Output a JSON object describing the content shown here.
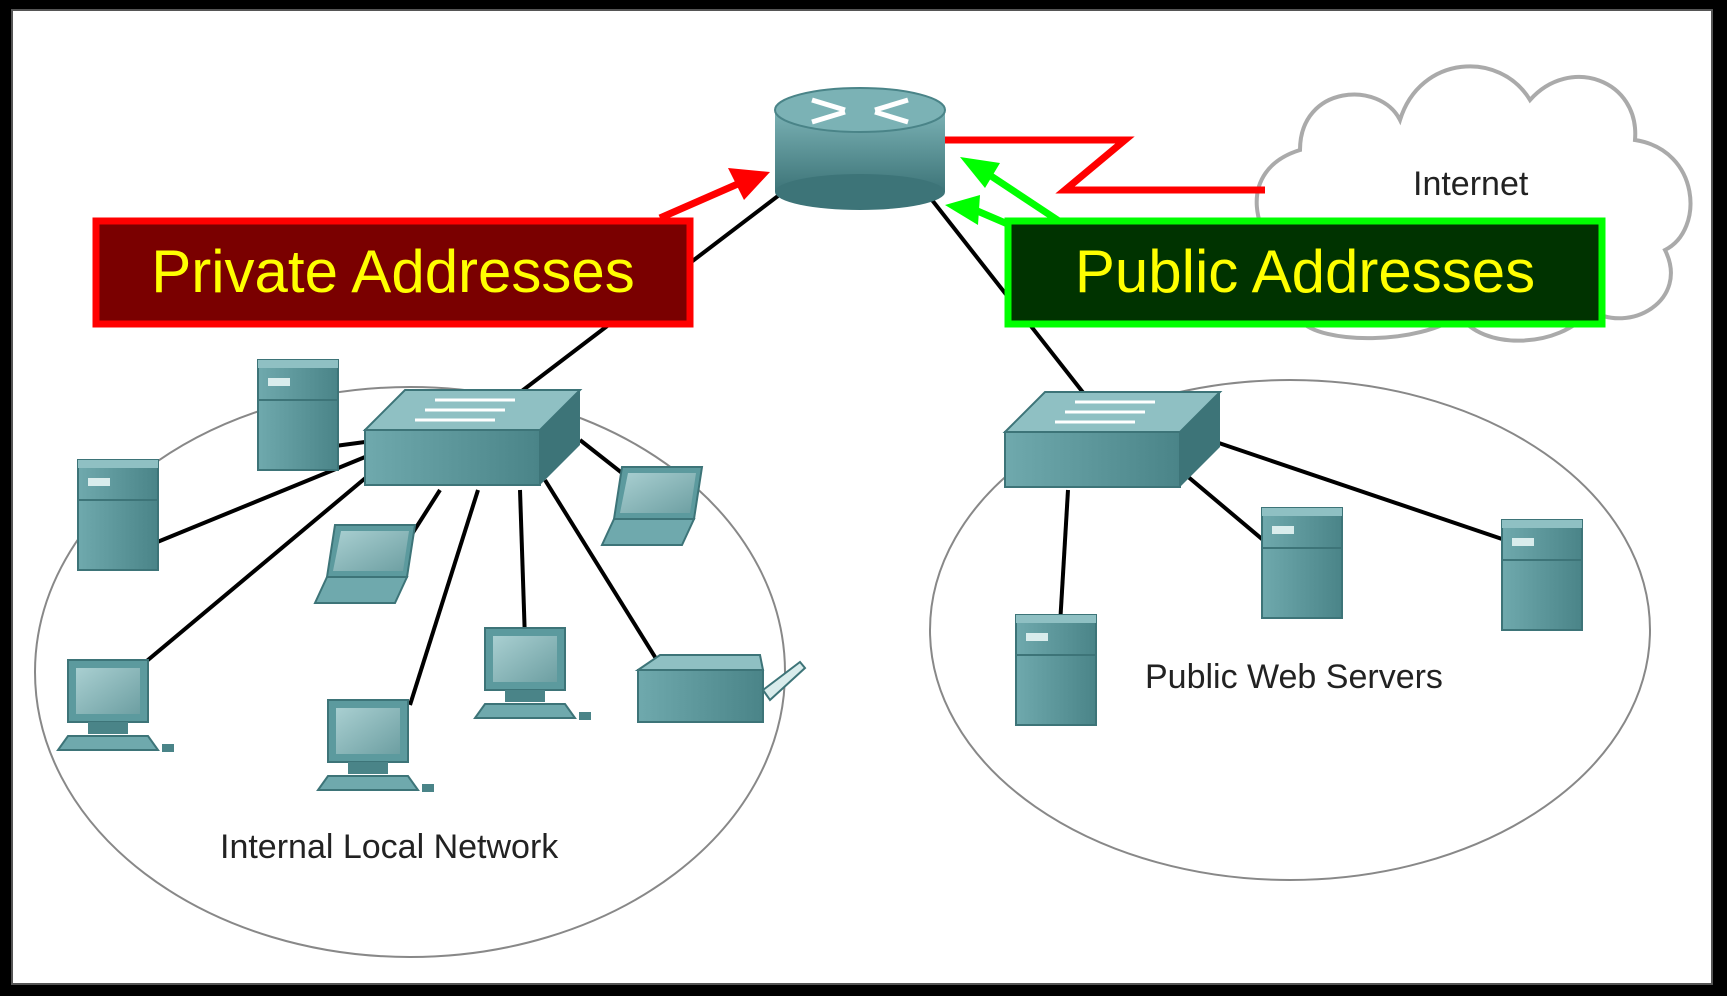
{
  "diagram": {
    "callouts": {
      "private": {
        "label": "Private Addresses",
        "fill": "#7a0000",
        "border": "#ff0000",
        "text_color": "#ffff00"
      },
      "public": {
        "label": "Public Addresses",
        "fill": "#003300",
        "border": "#00ff00",
        "text_color": "#ffff00"
      }
    },
    "cloud_label": "Internet",
    "lan_label": "Internal Local Network",
    "server_zone_label": "Public Web Servers",
    "colors": {
      "frame": "#000000",
      "canvas": "#ffffff",
      "device": "#5c9a9e",
      "device_dark": "#3d7478",
      "wan_link": "#ff0000",
      "private_arrow": "#ff0000",
      "public_arrow": "#00ff00"
    }
  }
}
